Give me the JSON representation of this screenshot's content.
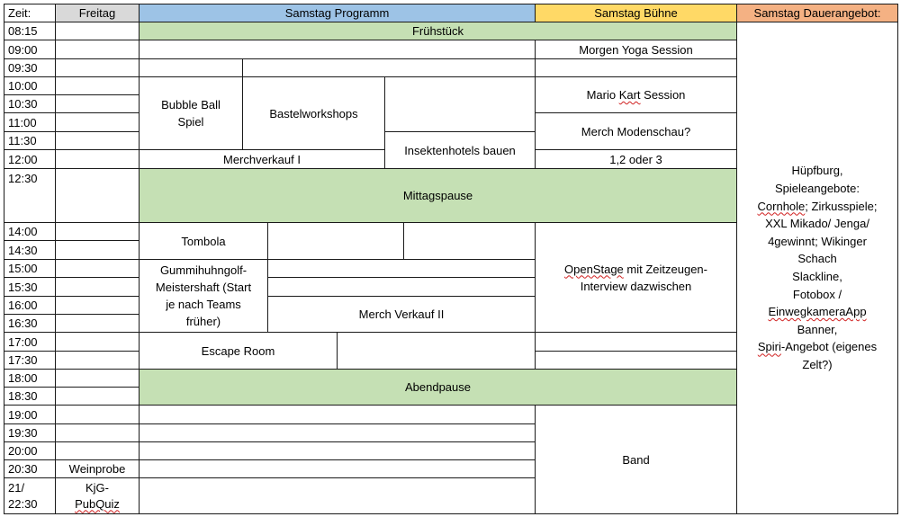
{
  "headers": {
    "time": "Zeit:",
    "friday": "Freitag",
    "sat_program": "Samstag Programm",
    "sat_stage": "Samstag Bühne",
    "sat_ongoing": "Samstag Dauerangebot:"
  },
  "header_colors": {
    "friday": "#d9d9d9",
    "sat_program": "#9dc3e6",
    "sat_stage": "#ffd966",
    "sat_ongoing": "#f4b183",
    "break": "#c5e0b4"
  },
  "times": [
    "08:15",
    "09:00",
    "09:30",
    "10:00",
    "10:30",
    "11:00",
    "11:30",
    "12:00",
    "12:30",
    "14:00",
    "14:30",
    "15:00",
    "15:30",
    "16:00",
    "16:30",
    "17:00",
    "17:30",
    "18:00",
    "18:30",
    "19:00",
    "19:30",
    "20:00",
    "20:30",
    "21/\n22:30"
  ],
  "friday": {
    "weinprobe": "Weinprobe",
    "kjg_prefix": "KjG-",
    "kjg_word": "PubQuiz"
  },
  "events": {
    "fruehstueck": "Frühstück",
    "morgen_yoga": "Morgen Yoga Session",
    "bubble_ball": "Bubble Ball\nSpiel",
    "bastelworkshops": "Bastelworkshops",
    "mario_kart_prefix": "Mario ",
    "mario_kart_word": "Kart",
    "mario_kart_suffix": " Session",
    "merch_modenschau": "Merch Modenschau?",
    "insektenhotels": "Insektenhotels bauen",
    "merchverkauf": "Merchverkauf I",
    "eins_zwei_drei": "1,2 oder 3",
    "mittagspause": "Mittagspause",
    "tombola": "Tombola",
    "gummihuhngolf": "Gummihuhngolf-\nMeistershaft (Start\nje nach Teams\nfrüher)",
    "openstage_word": "OpenStage",
    "openstage_rest": " mit Zeitzeugen-\nInterview dazwischen",
    "merch_verkauf_2": "Merch Verkauf II",
    "escape_room": "Escape Room",
    "abendpause": "Abendpause",
    "band": "Band"
  },
  "ongoing": {
    "line1": "Hüpfburg,\nSpieleangebote:",
    "cornhole": "Cornhole",
    "line2": "; Zirkusspiele;\nXXL Mikado/ Jenga/\n4gewinnt; Wikinger\nSchach\nSlackline,\nFotobox /",
    "einweg": "EinwegkameraApp",
    "line3": "Banner,",
    "spiri": "Spiri",
    "line4": "-Angebot (eigenes\nZelt?)"
  }
}
